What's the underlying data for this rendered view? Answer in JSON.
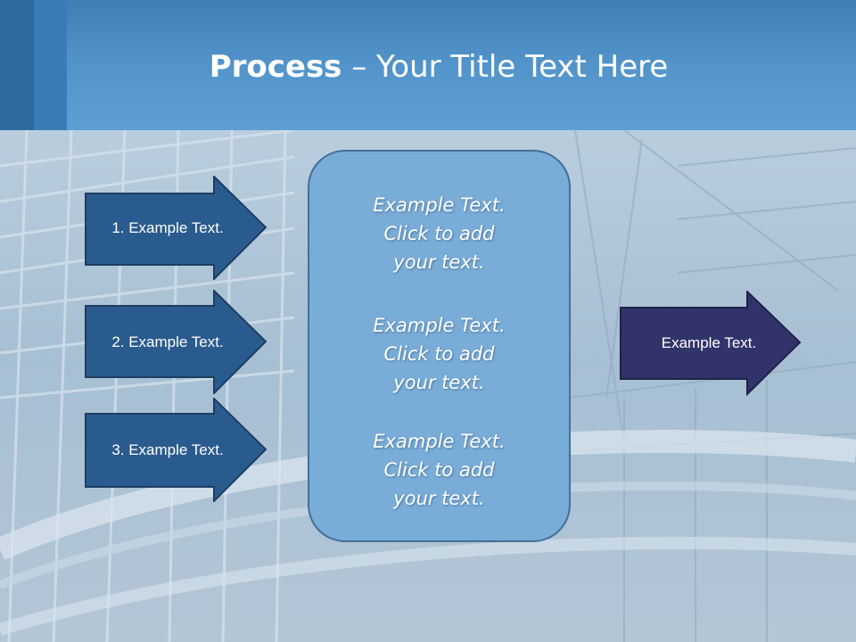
{
  "slide": {
    "title_bold": "Process",
    "title_rest": " – Your Title Text Here"
  },
  "left_steps": [
    {
      "label": "1. Example Text."
    },
    {
      "label": "2. Example Text."
    },
    {
      "label": "3. Example Text."
    }
  ],
  "center_items": [
    {
      "text": "Example Text.\nClick  to add\nyour text."
    },
    {
      "text": "Example Text.\nClick  to add\nyour text."
    },
    {
      "text": "Example Text.\nClick  to add\nyour text."
    }
  ],
  "result": {
    "label": "Example Text."
  },
  "colors": {
    "step_arrow": "#2a5b8e",
    "result_arrow": "#32336a",
    "center_box": "#79add8",
    "header": "#5496cc"
  }
}
